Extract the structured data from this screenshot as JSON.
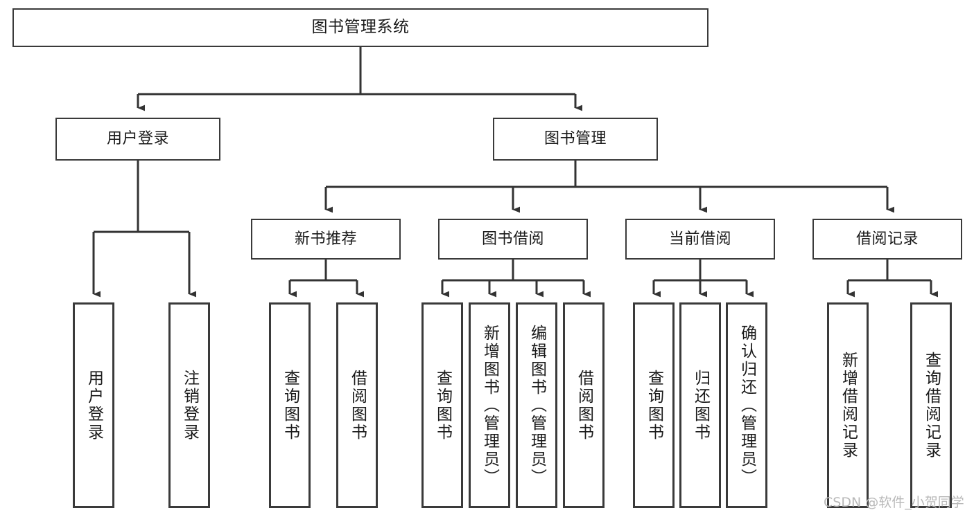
{
  "diagram": {
    "type": "tree-hierarchy-chart",
    "title": "图书管理系统",
    "watermark": "CSDN @软件_小贺同学",
    "colors": {
      "box_border": "#3a3a3a",
      "box_fill": "#ffffff",
      "edge": "#333333",
      "text": "#1a1a1a",
      "watermark": "#b9b9b9",
      "canvas": "#ffffff"
    },
    "levels": [
      {
        "level": 1,
        "nodes": [
          {
            "id": "root",
            "label": "图书管理系统"
          }
        ]
      },
      {
        "level": 2,
        "nodes": [
          {
            "id": "user-login",
            "label": "用户登录",
            "parent": "root"
          },
          {
            "id": "book-mgmt",
            "label": "图书管理",
            "parent": "root"
          }
        ]
      },
      {
        "level": 3,
        "nodes": [
          {
            "id": "new-book-rec",
            "label": "新书推荐",
            "parent": "book-mgmt"
          },
          {
            "id": "book-borrow",
            "label": "图书借阅",
            "parent": "book-mgmt"
          },
          {
            "id": "current-borrow",
            "label": "当前借阅",
            "parent": "book-mgmt"
          },
          {
            "id": "borrow-record",
            "label": "借阅记录",
            "parent": "book-mgmt"
          }
        ]
      },
      {
        "level": 4,
        "nodes": [
          {
            "id": "leaf-1",
            "label": "用户登录",
            "parent": "user-login"
          },
          {
            "id": "leaf-2",
            "label": "注销登录",
            "parent": "user-login"
          },
          {
            "id": "leaf-3",
            "label": "查询图书",
            "parent": "new-book-rec"
          },
          {
            "id": "leaf-4",
            "label": "借阅图书",
            "parent": "new-book-rec"
          },
          {
            "id": "leaf-5",
            "label": "查询图书",
            "parent": "book-borrow"
          },
          {
            "id": "leaf-6",
            "label": "新增图书（管理员）",
            "parent": "book-borrow"
          },
          {
            "id": "leaf-7",
            "label": "编辑图书（管理员）",
            "parent": "book-borrow"
          },
          {
            "id": "leaf-8",
            "label": "借阅图书",
            "parent": "book-borrow"
          },
          {
            "id": "leaf-9",
            "label": "查询图书",
            "parent": "current-borrow"
          },
          {
            "id": "leaf-10",
            "label": "归还图书",
            "parent": "current-borrow"
          },
          {
            "id": "leaf-11",
            "label": "确认归还（管理员）",
            "parent": "current-borrow"
          },
          {
            "id": "leaf-12",
            "label": "新增借阅记录",
            "parent": "borrow-record"
          },
          {
            "id": "leaf-13",
            "label": "查询借阅记录",
            "parent": "borrow-record"
          }
        ]
      }
    ]
  }
}
